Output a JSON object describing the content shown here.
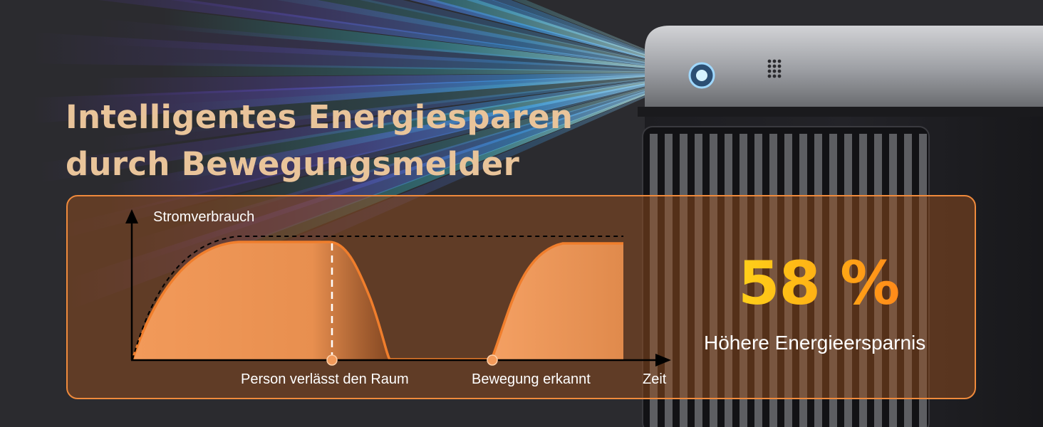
{
  "headline": {
    "line1": "Intelligentes Energiesparen",
    "line2": "durch Bewegungsmelder"
  },
  "diagram": {
    "y_axis_label": "Stromverbrauch",
    "x_axis_label": "Zeit",
    "event_labels": [
      "Person verlässt den Raum",
      "Bewegung erkannt"
    ]
  },
  "stat": {
    "value": "58 %",
    "caption": "Höhere Energieersparnis"
  },
  "colors": {
    "headline": "#e9c49a",
    "accent_orange": "#ef8a3c",
    "curve_fill": "#f29a5a",
    "stat_gradient_start": "#ffd11a",
    "stat_gradient_end": "#ff8a1a"
  },
  "icons": [
    "motion-sensor-icon",
    "control-panel-icon"
  ]
}
